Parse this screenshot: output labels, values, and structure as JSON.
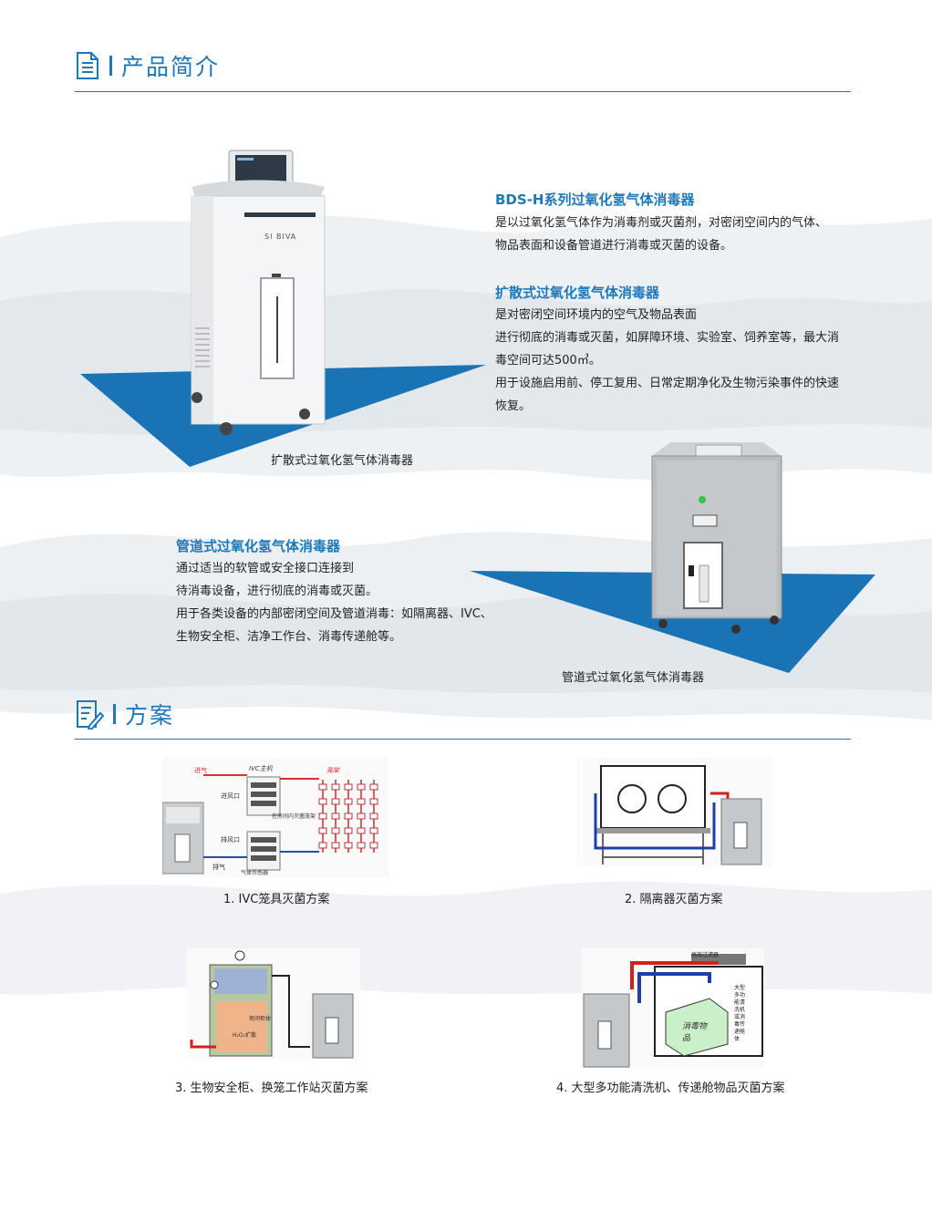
{
  "sections": {
    "intro_title": "产品简介",
    "scheme_title": "方案"
  },
  "intro": {
    "bds_title": "BDS-H系列过氧化氢气体消毒器",
    "bds_lines": [
      "是以过氧化氢气体作为消毒剂或灭菌剂，对密闭空间内的气体、",
      "物品表面和设备管道进行消毒或灭菌的设备。"
    ],
    "diffuse_title": "扩散式过氧化氢气体消毒器",
    "diffuse_lines": [
      "是对密闭空间环境内的空气及物品表面",
      "进行彻底的消毒或灭菌，如屏障环境、实验室、饲养室等，最大消",
      "毒空间可达500㎥。",
      "用于设施启用前、停工复用、日常定期净化及生物污染事件的快速",
      "恢复。"
    ],
    "diffuse_caption": "扩散式过氧化氢气体消毒器",
    "diffuse_brand": "SI BIVA",
    "pipe_title": "管道式过氧化氢气体消毒器",
    "pipe_lines": [
      "通过适当的软管或安全接口连接到",
      "待消毒设备，进行彻底的消毒或灭菌。",
      "用于各类设备的内部密闭空间及管道消毒：如隔离器、IVC、",
      "生物安全柜、洁净工作台、消毒传递舱等。"
    ],
    "pipe_caption": "管道式过氧化氢气体消毒器"
  },
  "schemes": {
    "s1_caption": "1. IVC笼具灭菌方案",
    "s1_labels": {
      "in_air": "进气",
      "host": "IVC主机",
      "cage": "笼架",
      "inlet": "进风口",
      "exhaust_port": "排风口",
      "exhaust": "排气",
      "room": "在房间内灭菌笼架",
      "sensor": "气体传感器"
    },
    "s2_caption": "2. 隔离器灭菌方案",
    "s3_caption": "3. 生物安全柜、换笼工作站灭菌方案",
    "s3_labels": {
      "cabinet": "密闭柜体",
      "h2o2": "H₂O₂扩散"
    },
    "s4_caption": "4. 大型多功能清洗机、传递舱物品灭菌方案",
    "s4_labels": {
      "filter": "高效过滤器",
      "goods": "消毒物品",
      "machine": "大型多功能清洗机或消毒传递舱体"
    }
  },
  "colors": {
    "accent": "#1d78b8",
    "platform": "#1a73b5",
    "steel": "#b9bcbe"
  }
}
